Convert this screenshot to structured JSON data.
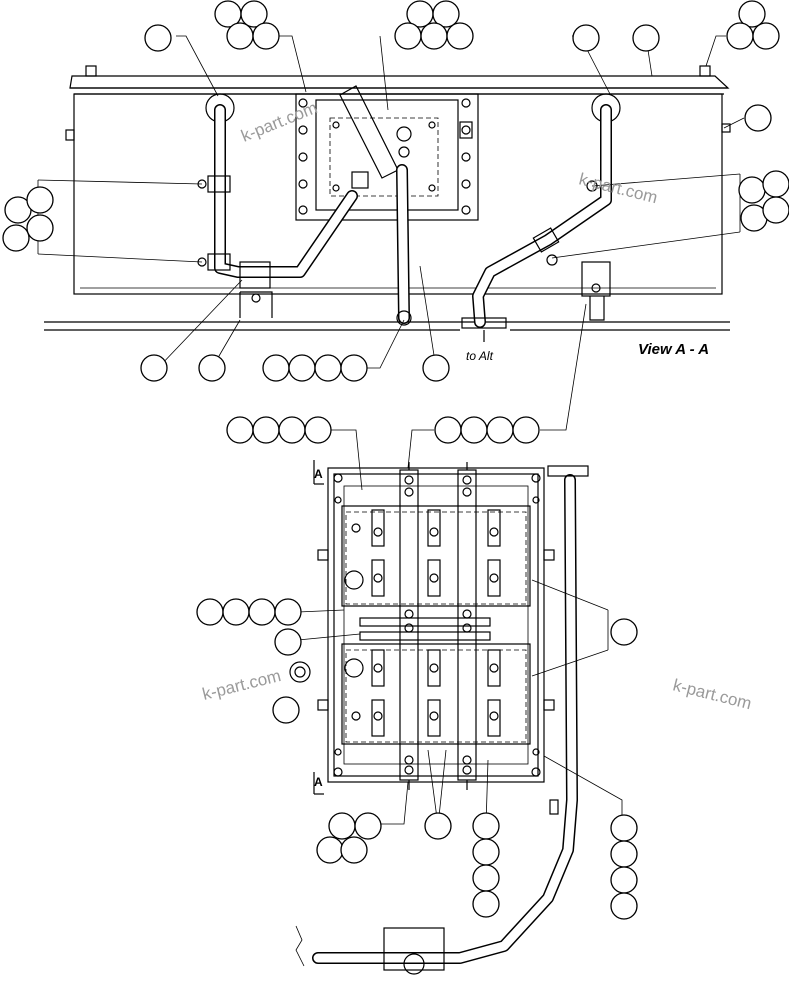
{
  "diagram": {
    "view_label": "View A - A",
    "to_alt_label": "to Alt",
    "section_marker": "A",
    "watermark": "k-part.com"
  }
}
